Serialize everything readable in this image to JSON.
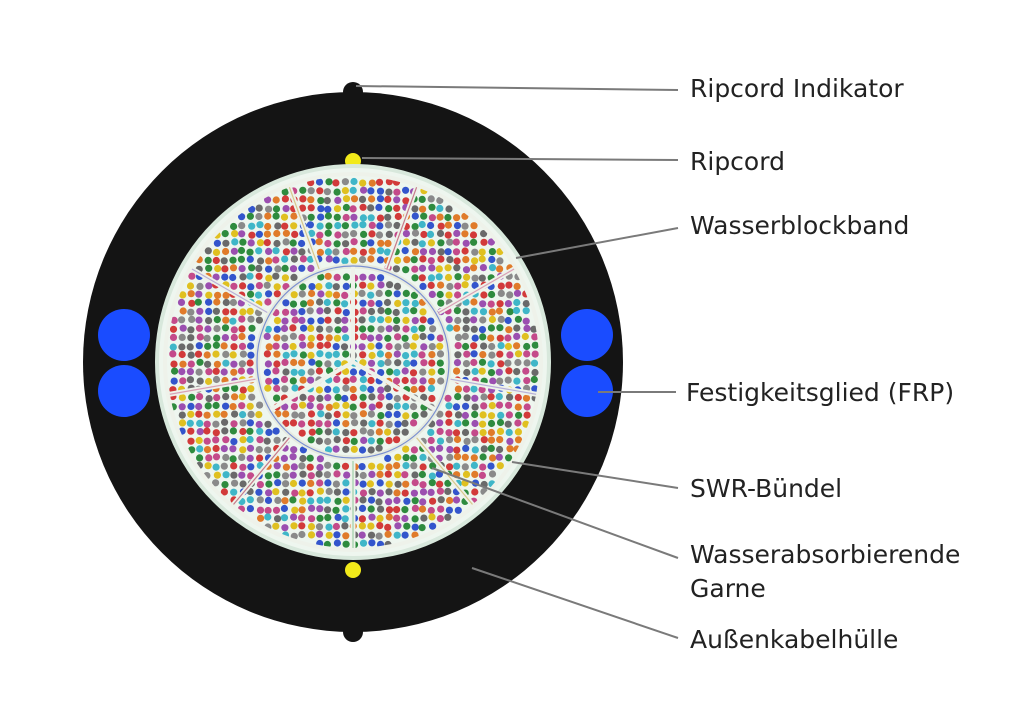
{
  "labels": {
    "ripcord_indicator": "Ripcord Indikator",
    "ripcord": "Ripcord",
    "water_block_tape": "Wasserblockband",
    "strength_member": "Festigkeitsglied (FRP)",
    "swr_bundle": "SWR-Bündel",
    "water_absorbing_yarns_line1": "Wasserabsorbierende",
    "water_absorbing_yarns_line2": "Garne",
    "outer_jacket": "Außenkabelhülle"
  },
  "colors": {
    "jacket": "#141414",
    "strength_member": "#1a4cff",
    "ripcord": "#f2ea1a",
    "tape_fill": "#eef6ef",
    "leader_line": "#7a7a7a",
    "fiber_palette": [
      "#d23a3a",
      "#2e8b3e",
      "#3355cc",
      "#e0c020",
      "#8a8a8a",
      "#9b4fb0",
      "#e07b2a",
      "#3fb6c8",
      "#c44a8a",
      "#6a6a6a"
    ]
  },
  "structure": {
    "outer_bundle_count": 9,
    "inner_bundle_count": 3,
    "strength_member_count": 4
  }
}
